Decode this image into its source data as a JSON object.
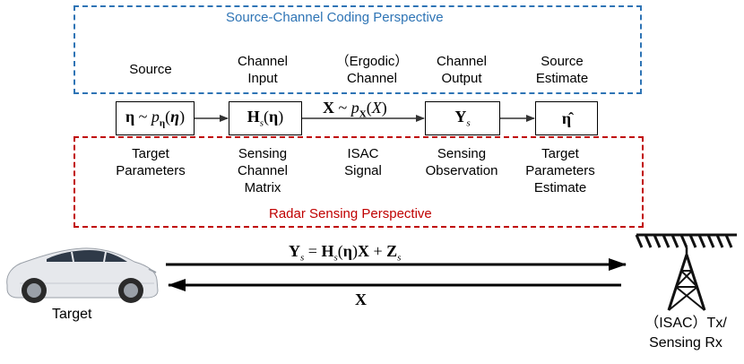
{
  "perspectives": {
    "top": "Source-Channel Coding Perspective",
    "bottom": "Radar Sensing Perspective"
  },
  "top_labels": [
    "Source",
    "Channel\nInput",
    "（Ergodic）\nChannel",
    "Channel\nOutput",
    "Source\nEstimate"
  ],
  "bottom_labels": [
    "Target\nParameters",
    "Sensing\nChannel\nMatrix",
    "ISAC\nSignal",
    "Sensing\nObservation",
    "Target\nParameters\nEstimate"
  ],
  "equations": {
    "source": "η ~ pη(η)",
    "channel": "Hs(η)",
    "signal": "X ~ pX(X)",
    "output": "Ys",
    "estimate": "η̂",
    "forward_link": "Ys = Hs(η)X + Zs",
    "backward_link": "X"
  },
  "entities": {
    "target": "Target",
    "tower": "（ISAC）Tx/\nSensing Rx"
  }
}
